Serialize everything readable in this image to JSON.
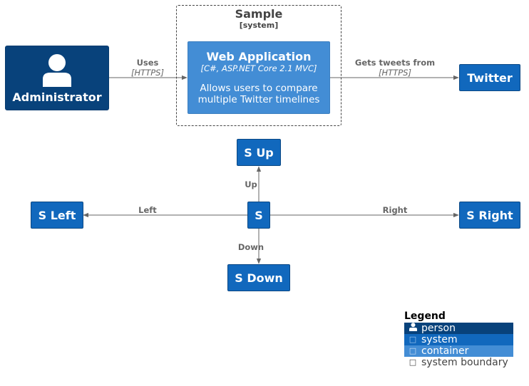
{
  "boundary": {
    "title": "Sample",
    "type": "[system]"
  },
  "nodes": {
    "administrator": {
      "label": "Administrator"
    },
    "web_app": {
      "label": "Web Application",
      "tech": "[C#, ASP.NET Core 2.1 MVC]",
      "desc_line1": "Allows users to compare",
      "desc_line2": "multiple Twitter timelines"
    },
    "twitter": {
      "label": "Twitter"
    },
    "s_up": {
      "label": "S Up"
    },
    "s": {
      "label": "S"
    },
    "s_left": {
      "label": "S Left"
    },
    "s_right": {
      "label": "S Right"
    },
    "s_down": {
      "label": "S Down"
    }
  },
  "edges": {
    "uses": {
      "label": "Uses",
      "tech": "[HTTPS]"
    },
    "gets_tweets": {
      "label": "Gets tweets from",
      "tech": "[HTTPS]"
    },
    "up": {
      "label": "Up"
    },
    "left": {
      "label": "Left"
    },
    "right": {
      "label": "Right"
    },
    "down": {
      "label": "Down"
    }
  },
  "legend": {
    "title": "Legend",
    "items": [
      {
        "label": "person",
        "color": "#08427b",
        "icon": "person-icon"
      },
      {
        "label": "system",
        "color": "#1168bd",
        "icon": "system-icon"
      },
      {
        "label": "container",
        "color": "#438dd5",
        "icon": "container-icon"
      },
      {
        "label": "system boundary",
        "color": "#ffffff",
        "icon": "boundary-icon"
      }
    ]
  },
  "colors": {
    "person": "#08427b",
    "system": "#1168bd",
    "container": "#438dd5",
    "arrow": "#666666",
    "boundary": "#444444"
  }
}
